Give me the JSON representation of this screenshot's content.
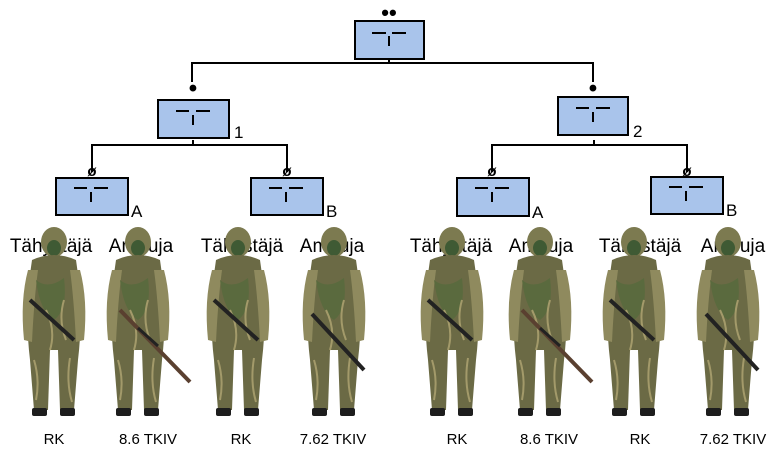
{
  "root": {
    "echelon": "••",
    "symbol": "infantry-unit-symbol"
  },
  "platoons": [
    {
      "id": "1",
      "echelon": "•",
      "teams": [
        {
          "id": "A",
          "echelon": "ø",
          "members": [
            {
              "role": "Tähystäjä",
              "weapon": "RK",
              "figure": "ghillie-soldier-figure"
            },
            {
              "role": "Ampuja",
              "weapon": "8.6 TKIV",
              "figure": "ghillie-sniper-figure"
            }
          ]
        },
        {
          "id": "B",
          "echelon": "ø",
          "members": [
            {
              "role": "Tähystäjä",
              "weapon": "RK",
              "figure": "ghillie-soldier-figure"
            },
            {
              "role": "Ampuja",
              "weapon": "7.62 TKIV",
              "figure": "ghillie-sniper-figure"
            }
          ]
        }
      ]
    },
    {
      "id": "2",
      "echelon": "•",
      "teams": [
        {
          "id": "A",
          "echelon": "ø",
          "members": [
            {
              "role": "Tähystäjä",
              "weapon": "RK",
              "figure": "ghillie-soldier-figure"
            },
            {
              "role": "Ampuja",
              "weapon": "8.6 TKIV",
              "figure": "ghillie-sniper-figure"
            }
          ]
        },
        {
          "id": "B",
          "echelon": "ø",
          "members": [
            {
              "role": "Tähystäjä",
              "weapon": "RK",
              "figure": "ghillie-soldier-figure"
            },
            {
              "role": "Ampuja",
              "weapon": "7.62 TKIV",
              "figure": "ghillie-sniper-figure"
            }
          ]
        }
      ]
    }
  ],
  "colors": {
    "unit_fill": "#a9c4eb",
    "line": "#000000",
    "ghillie": "#6b6a45",
    "ghillie_light": "#8f8a5e"
  }
}
